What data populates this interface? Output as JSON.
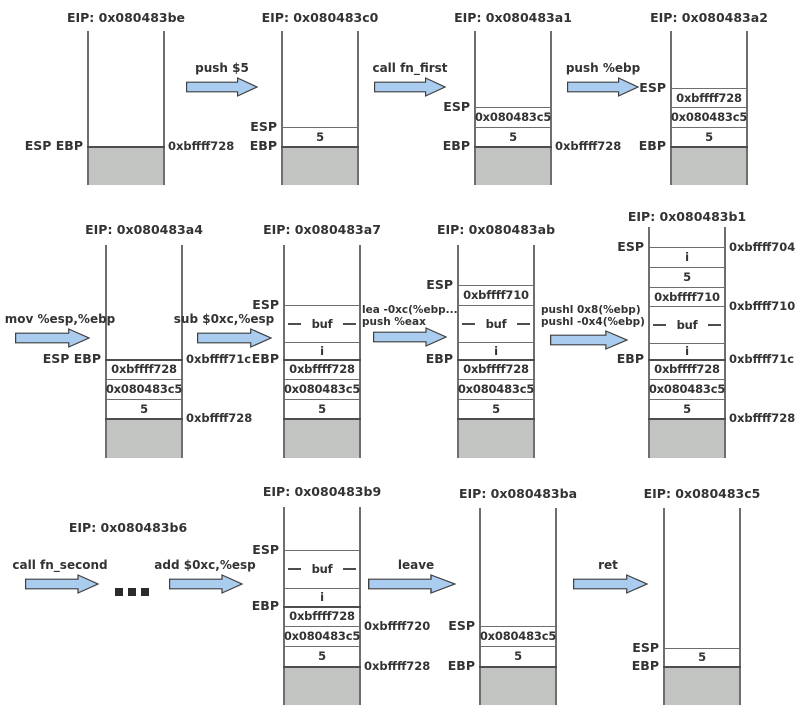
{
  "colors": {
    "arrow_fill": "#aaccee",
    "arrow_stroke": "#404040",
    "line_color": "#6e6e6e",
    "line_strong": "#4d4d4d",
    "shade_fill": "#c2c4c2",
    "text_color": "#333333",
    "background": "#ffffff"
  },
  "icons": {
    "transition_arrow": "right-block-arrow",
    "ellipsis": "..."
  },
  "floating_title": "EIP: 0x080483b6",
  "stacks": [
    {
      "eip": "EIP: 0x080483be",
      "ptr_combined": "ESP EBP",
      "addrs": [
        "0xbffff728"
      ],
      "cells": []
    },
    {
      "eip": "EIP: 0x080483c0",
      "esp": "ESP",
      "ebp": "EBP",
      "cells": [
        "5"
      ]
    },
    {
      "eip": "EIP: 0x080483a1",
      "esp": "ESP",
      "ebp": "EBP",
      "cells": [
        "0x080483c5",
        "5"
      ],
      "addrs": [
        "0xbffff728"
      ]
    },
    {
      "eip": "EIP: 0x080483a2",
      "esp": "ESP",
      "ebp": "EBP",
      "cells": [
        "0xbffff728",
        "0x080483c5",
        "5"
      ]
    },
    {
      "eip": "EIP: 0x080483a4",
      "ptr_combined": "ESP EBP",
      "cells": [
        "0xbffff728",
        "0x080483c5",
        "5"
      ],
      "addrs": [
        "0xbffff71c",
        "0xbffff728"
      ]
    },
    {
      "eip": "EIP: 0x080483a7",
      "esp": "ESP",
      "ebp": "EBP",
      "cells": [
        "buf",
        "i",
        "0xbffff728",
        "0x080483c5",
        "5"
      ]
    },
    {
      "eip": "EIP: 0x080483ab",
      "esp": "ESP",
      "ebp": "EBP",
      "cells": [
        "0xbffff710",
        "buf",
        "i",
        "0xbffff728",
        "0x080483c5",
        "5"
      ]
    },
    {
      "eip": "EIP: 0x080483b1",
      "esp": "ESP",
      "ebp": "EBP",
      "cells": [
        "i",
        "5",
        "0xbffff710",
        "buf",
        "i",
        "0xbffff728",
        "0x080483c5",
        "5"
      ],
      "addrs": [
        "0xbffff704",
        "0xbffff710",
        "0xbffff71c",
        "0xbffff728"
      ]
    },
    {
      "eip": "EIP: 0x080483b9",
      "esp": "ESP",
      "ebp": "EBP",
      "cells": [
        "buf",
        "i",
        "0xbffff728",
        "0x080483c5",
        "5"
      ],
      "addrs": [
        "0xbffff720",
        "0xbffff728"
      ]
    },
    {
      "eip": "EIP: 0x080483ba",
      "esp": "ESP",
      "ebp": "EBP",
      "cells": [
        "0x080483c5",
        "5"
      ]
    },
    {
      "eip": "EIP: 0x080483c5",
      "esp": "ESP",
      "ebp": "EBP",
      "cells": [
        "5"
      ]
    }
  ],
  "arrows": [
    {
      "label": "push $5"
    },
    {
      "label": "call fn_first"
    },
    {
      "label": "push %ebp"
    },
    {
      "label": "mov %esp,%ebp"
    },
    {
      "label": "sub $0xc,%esp"
    },
    {
      "line1": "lea -0xc(%ebp...",
      "line2": "push %eax"
    },
    {
      "line1": "pushl 0x8(%ebp)",
      "line2": "pushl -0x4(%ebp)"
    },
    {
      "label": "call fn_second"
    },
    {
      "label": "add $0xc,%esp"
    },
    {
      "label": "leave"
    },
    {
      "label": "ret"
    }
  ]
}
